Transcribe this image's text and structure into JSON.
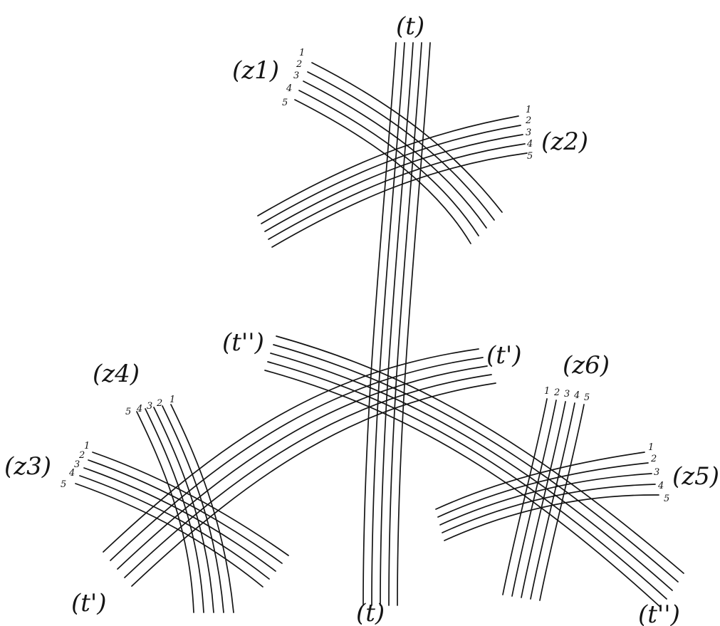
{
  "labels": {
    "t_top": "(t)",
    "t_bottom": "(t)",
    "t1_left": "(t')",
    "t1_right": "(t')",
    "t2_left": "(t'')",
    "t2_right": "(t'')",
    "z1": "(z1)",
    "z2": "(z2)",
    "z3": "(z3)",
    "z4": "(z4)",
    "z5": "(z5)",
    "z6": "(z6)"
  },
  "strand_numbers": [
    "1",
    "2",
    "3",
    "4",
    "5"
  ]
}
